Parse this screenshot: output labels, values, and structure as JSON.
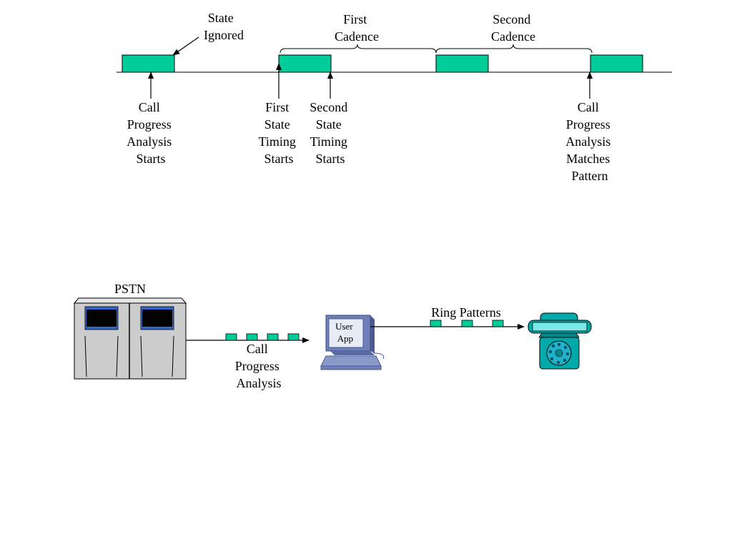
{
  "colors": {
    "state_fill": "#00cc99",
    "line": "#000000",
    "cabinet": "#cccccc",
    "screen": "#000000",
    "screen_bar": "#3366cc",
    "computer": "#6f7fb8",
    "phone": "#00aaaa",
    "phone_dial": "#20b2c8"
  },
  "timing": {
    "state_ignored": [
      "State",
      "Ignored"
    ],
    "first_cadence": [
      "First",
      "Cadence"
    ],
    "second_cadence": [
      "Second",
      "Cadence"
    ],
    "analysis_starts": [
      "Call",
      "Progress",
      "Analysis",
      "Starts"
    ],
    "first_state_timing": [
      "First",
      "State",
      "Timing",
      "Starts"
    ],
    "second_state_timing": [
      "Second",
      "State",
      "Timing",
      "Starts"
    ],
    "analysis_matches": [
      "Call",
      "Progress",
      "Analysis",
      "Matches",
      "Pattern"
    ]
  },
  "network": {
    "pstn_label": "PSTN",
    "call_progress": [
      "Call",
      "Progress",
      "Analysis"
    ],
    "user_app": [
      "User",
      "App"
    ],
    "ring_patterns": "Ring Patterns"
  }
}
